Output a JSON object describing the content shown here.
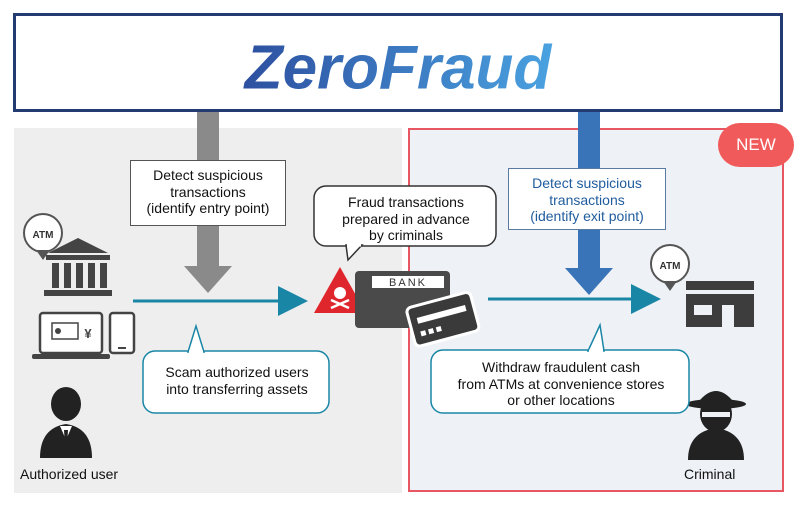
{
  "header": {
    "logo_text": "ZeroFraud"
  },
  "badge": {
    "new": "NEW"
  },
  "left_box": {
    "detect_lines": [
      "Detect suspicious",
      "transactions",
      "(identify entry point)"
    ]
  },
  "right_box": {
    "detect_lines": [
      "Detect suspicious",
      "transactions",
      "(identify exit point)"
    ]
  },
  "callouts": {
    "fraud_prepared": [
      "Fraud transactions",
      "prepared in advance",
      "by criminals"
    ],
    "scam_users": [
      "Scam authorized users",
      "into transferring assets"
    ],
    "withdraw": [
      "Withdraw fraudulent cash",
      "from ATMs at convenience stores",
      "or other locations"
    ]
  },
  "icons": {
    "atm_badge_left": "ATM",
    "atm_badge_right": "ATM",
    "bank_card_text": "BANK"
  },
  "actors": {
    "authorized_user": "Authorized user",
    "criminal": "Criminal"
  },
  "colors": {
    "header_border": "#233a72",
    "logo_gradient_start": "#2d4fa0",
    "logo_gradient_end": "#4aa2e0",
    "flow_arrow": "#1a86a6",
    "exit_arrow": "#3a74b8",
    "entry_arrow": "#8a8a8a",
    "new_badge": "#f05a5a",
    "right_border": "#e85563"
  }
}
